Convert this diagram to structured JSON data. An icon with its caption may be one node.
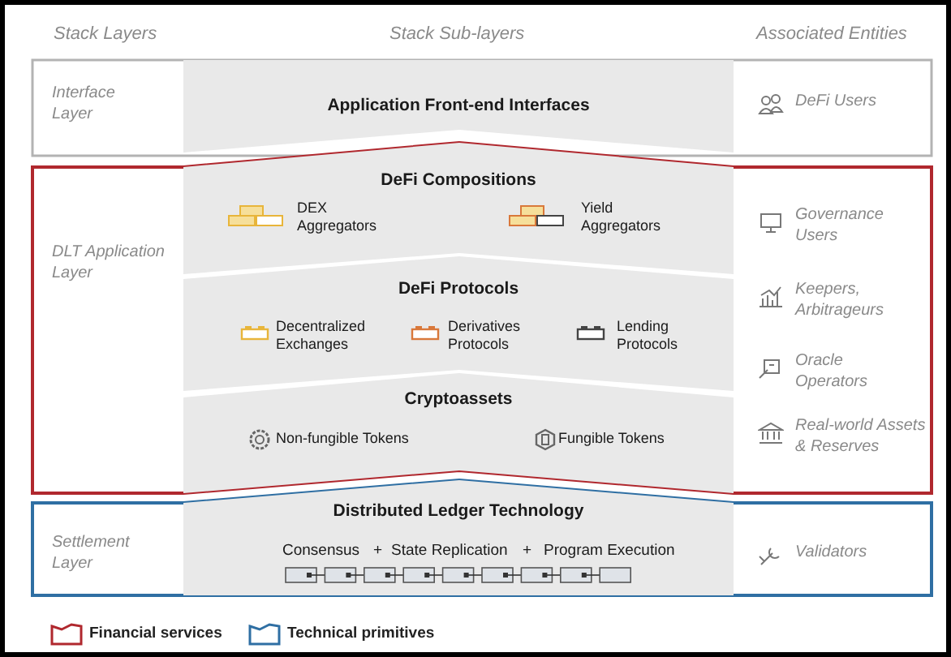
{
  "diagram": {
    "nodes": [
      {
        "text": [
          "Interface Layer"
        ]
      },
      {
        "text": [
          "Application Front-end Interfaces"
        ],
        "in": 0
      },
      {
        "text": [
          "DLT Application Layer"
        ]
      },
      {
        "text": [
          "DeFi Compositions",
          "DEX Aggregators",
          "Yield Aggregators"
        ],
        "in": 2
      },
      {
        "text": [
          "DeFi Protocols",
          "Decentralized Exchanges",
          "Derivatives Protocols",
          "Lending Protocols"
        ],
        "in": 2
      },
      {
        "text": [
          "Cryptoassets",
          "Non-fungible Tokens",
          "Fungible Tokens"
        ],
        "in": 2
      },
      {
        "text": [
          "Settlement Layer"
        ]
      },
      {
        "text": [
          "Distributed Ledger Technology",
          "Consensus",
          "+",
          "State Replication",
          "+",
          "Program Execution"
        ],
        "in": 6
      }
    ],
    "edges": [],
    "labels": [
      "Stack Layers",
      "Stack Sub-layers",
      "Associated Entities",
      "DeFi Users",
      "Governance Users",
      "Keepers, Arbitrageurs",
      "Oracle Operators",
      "Real-world Assets & Reserves",
      "Validators"
    ],
    "legend": [
      {
        "text": "Financial services",
        "color": "#b0282e"
      },
      {
        "text": "Technical primitives",
        "color": "#2f6fa3"
      }
    ]
  }
}
